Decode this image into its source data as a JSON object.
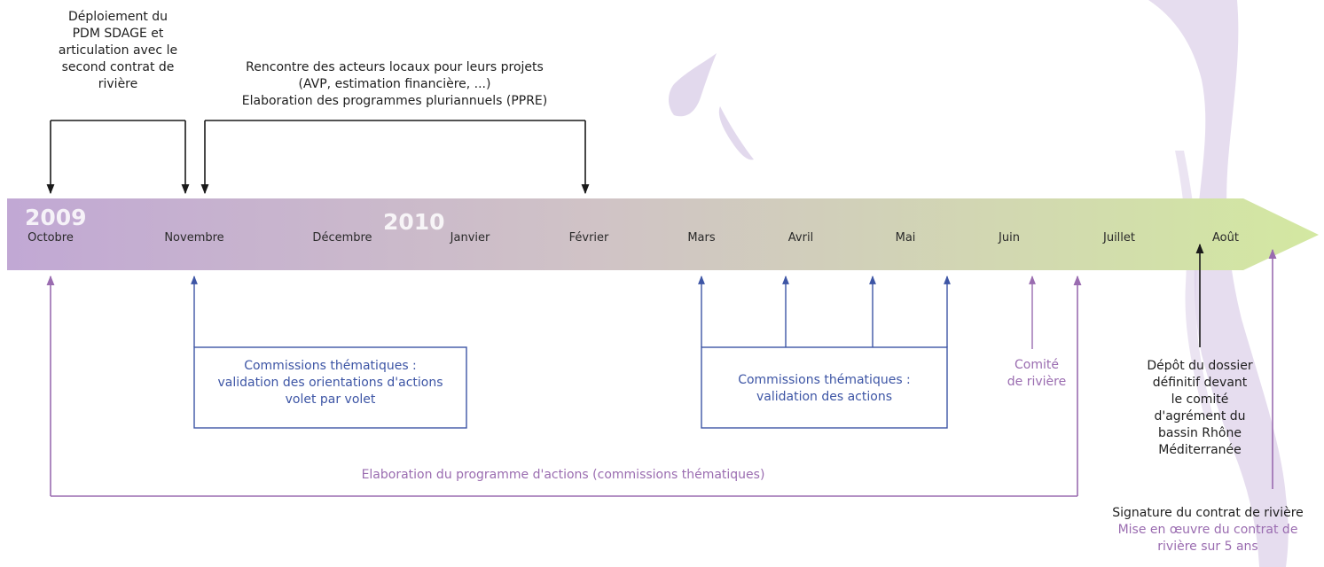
{
  "timeline": {
    "years": [
      "2009",
      "2010"
    ],
    "months": [
      "Octobre",
      "Novembre",
      "Décembre",
      "Janvier",
      "Février",
      "Mars",
      "Avril",
      "Mai",
      "Juin",
      "Juillet",
      "Août"
    ]
  },
  "top_annotations": {
    "deploiement": [
      "Déploiement du",
      "PDM SDAGE et",
      "articulation avec le",
      "second contrat de",
      "rivière"
    ],
    "rencontre": [
      "Rencontre des acteurs locaux pour leurs projets",
      "(AVP, estimation financière, ...)",
      "Elaboration des programmes pluriannuels (PPRE)"
    ]
  },
  "bottom_annotations": {
    "commissions_orientations": [
      "Commissions thématiques :",
      "validation des orientations d'actions",
      "volet par volet"
    ],
    "commissions_actions": [
      "Commissions thématiques :",
      "validation des actions"
    ],
    "comite_riviere": [
      "Comité",
      "de rivière"
    ],
    "depot_dossier": [
      "Dépôt du dossier",
      "définitif devant",
      "le comité",
      "d'agrément du",
      "bassin Rhône",
      "Méditerranée"
    ],
    "elaboration_programme": "Elaboration du programme d'actions (commissions thématiques)",
    "signature": "Signature du contrat de rivière",
    "mise_en_oeuvre": [
      "Mise en œuvre du contrat de",
      "rivière sur 5 ans"
    ]
  },
  "colors": {
    "arrow_start": "#c1a8d4",
    "arrow_mid": "#cfc2c8",
    "arrow_end": "#d2e6a0",
    "blue": "#3d55a5",
    "purple": "#9a6cb0",
    "black": "#1a1a1a",
    "watermark": "#ddd2ea"
  }
}
